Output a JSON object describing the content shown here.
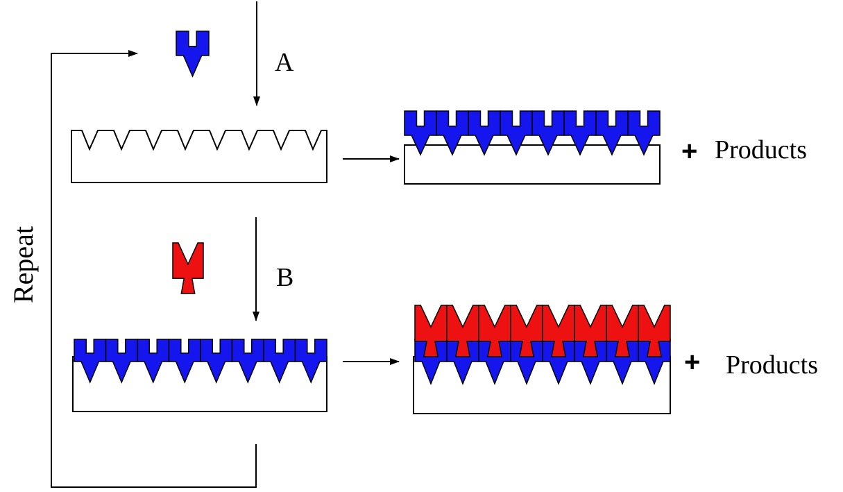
{
  "labels": {
    "step_a": "A",
    "step_b": "B",
    "repeat": "Repeat",
    "products_1": "Products",
    "products_2": "Products",
    "plus_1": "+",
    "plus_2": "+"
  },
  "colors": {
    "precursor_a": "#1515ee",
    "precursor_b": "#ee1111",
    "line": "#000000",
    "background": "#ffffff"
  }
}
